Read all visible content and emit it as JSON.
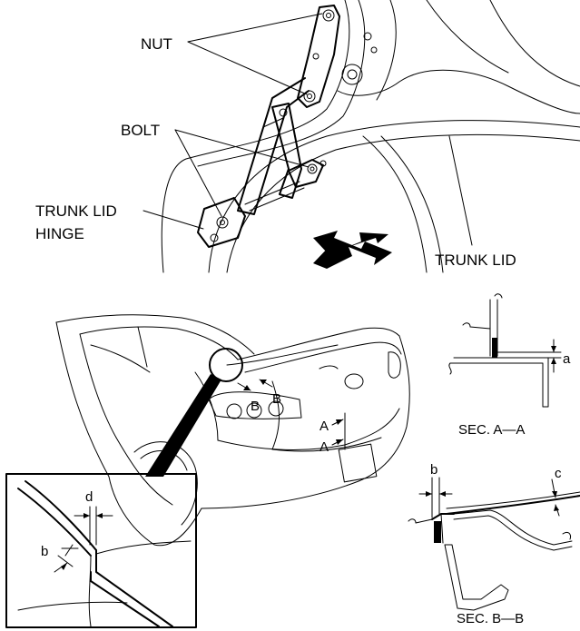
{
  "labels": {
    "nut": "NUT",
    "bolt": "BOLT",
    "hinge_line1": "TRUNK LID",
    "hinge_line2": "HINGE",
    "trunk_lid": "TRUNK LID"
  },
  "markers": {
    "section_a_1": "A",
    "section_a_2": "A",
    "section_b_1": "B",
    "section_b_2": "B"
  },
  "sections": {
    "aa_title": "SEC. A—A",
    "bb_title": "SEC. B—B"
  },
  "dimensions": {
    "a": "a",
    "b": "b",
    "c": "c",
    "d": "d",
    "b_detail": "b"
  }
}
